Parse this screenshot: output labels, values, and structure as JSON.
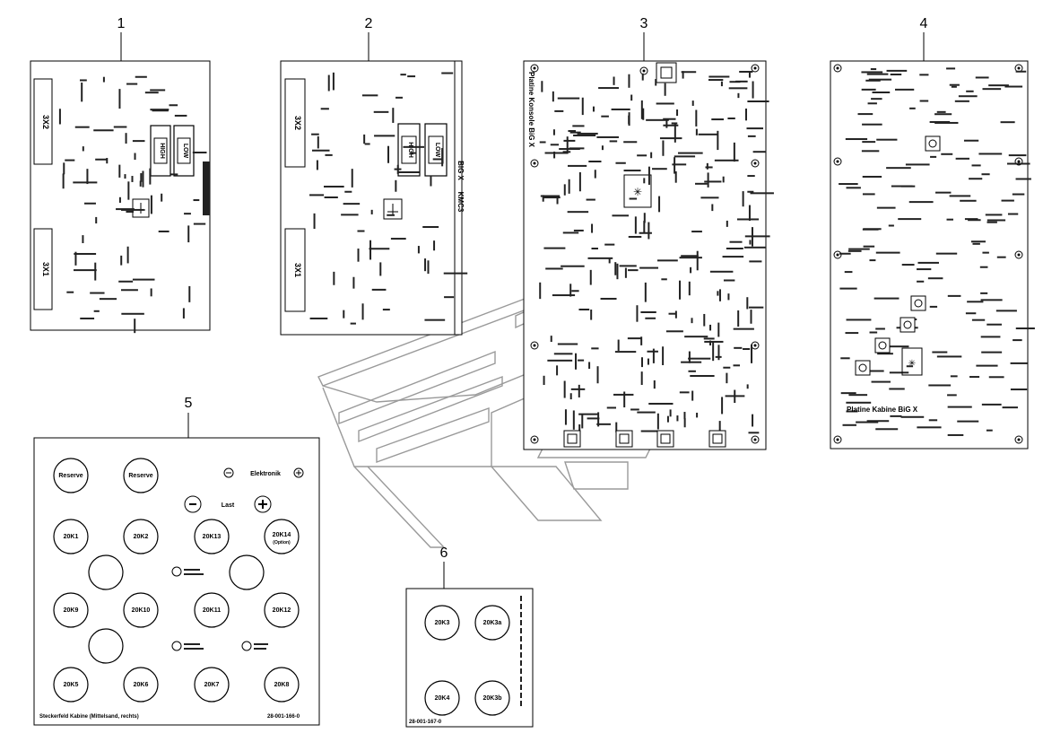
{
  "callouts": [
    {
      "id": "1",
      "label": "1"
    },
    {
      "id": "2",
      "label": "2"
    },
    {
      "id": "3",
      "label": "3"
    },
    {
      "id": "4",
      "label": "4"
    },
    {
      "id": "5",
      "label": "5"
    },
    {
      "id": "6",
      "label": "6"
    }
  ],
  "panel1": {
    "connector_labels": [
      "3X2",
      "3X1"
    ],
    "modules": [
      "HIGH",
      "LOW"
    ]
  },
  "panel2": {
    "connector_labels": [
      "3X2",
      "3X1"
    ],
    "modules": [
      "HIGH",
      "LOW"
    ],
    "side_text": [
      "BIG X",
      "KMC3"
    ]
  },
  "panel3": {
    "title": "Platine Konsole BiG X"
  },
  "panel4": {
    "title": "Platine Kabine BiG X"
  },
  "panel5": {
    "row1": [
      "Reserve",
      "Reserve"
    ],
    "elektronik_label": "Elektronik",
    "last_label": "Last",
    "row2": [
      "20K1",
      "20K2",
      "20K13",
      "20K14"
    ],
    "row2_sub": "(Option)",
    "row3": [
      "20K9",
      "20K10",
      "20K11",
      "20K12"
    ],
    "row4": [
      "20K5",
      "20K6",
      "20K7",
      "20K8"
    ],
    "footer_left": "Steckerfeld Kabine (Mittelsand, rechts)",
    "footer_right": "28-001-166-0"
  },
  "panel6": {
    "relays": [
      "20K3",
      "20K3a",
      "20K4",
      "20K3b"
    ],
    "footer": "28-001-167-0"
  }
}
